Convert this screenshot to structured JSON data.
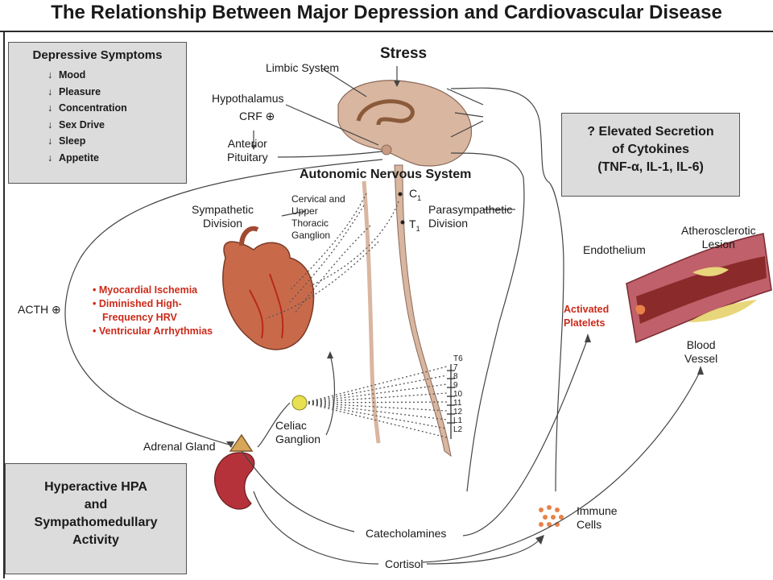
{
  "title": "The Relationship Between Major Depression and Cardiovascular Disease",
  "depressive_box": {
    "title": "Depressive Symptoms",
    "items": [
      "Mood",
      "Pleasure",
      "Concentration",
      "Sex Drive",
      "Sleep",
      "Appetite"
    ],
    "arrow": "↓"
  },
  "cytokine_box": {
    "line1": "? Elevated Secretion",
    "line2": "of Cytokines",
    "line3": "(TNF-α, IL-1, IL-6)"
  },
  "hpa_box": {
    "line1": "Hyperactive HPA",
    "line2": "and",
    "line3": "Sympathomedullary",
    "line4": "Activity"
  },
  "labels": {
    "stress": "Stress",
    "limbic_system": "Limbic System",
    "hypothalamus": "Hypothalamus",
    "crf": "CRF",
    "plus": "⊕",
    "anterior_pituitary_1": "Anterior",
    "anterior_pituitary_2": "Pituitary",
    "ans": "Autonomic Nervous System",
    "sympathetic_1": "Sympathetic",
    "sympathetic_2": "Division",
    "cervical_1": "Cervical and",
    "cervical_2": "Upper",
    "cervical_3": "Thoracic",
    "cervical_4": "Ganglion",
    "parasympathetic_1": "Parasympathetic",
    "parasympathetic_2": "Division",
    "c1": "C",
    "c1_sub": "1",
    "t1": "T",
    "t1_sub": "1",
    "acth": "ACTH",
    "celiac_1": "Celiac",
    "celiac_2": "Ganglion",
    "adrenal": "Adrenal Gland",
    "endothelium": "Endothelium",
    "athero_1": "Atherosclerotic",
    "athero_2": "Lesion",
    "activated_1": "Activated",
    "activated_2": "Platelets",
    "blood_1": "Blood",
    "blood_2": "Vessel",
    "immune_1": "Immune",
    "immune_2": "Cells",
    "catecholamines": "Catecholamines",
    "cortisol": "Cortisol"
  },
  "spine_levels": [
    "T6",
    "7",
    "8",
    "9",
    "10",
    "11",
    "12",
    "L1",
    "L2"
  ],
  "cardiac_effects": [
    "Myocardial Ischemia",
    "Diminished High-",
    "Frequency HRV",
    "Ventricular Arrhythmias"
  ],
  "colors": {
    "box_fill": "#dcdcdc",
    "red_text": "#cc2a1a",
    "brain": "#d9b6a0",
    "heart": "#c86a4a",
    "kidney": "#b5323a",
    "vessel": "#c0606a",
    "plaque": "#e8d67a",
    "ganglion": "#e8e050",
    "immune": "#e8824a"
  }
}
